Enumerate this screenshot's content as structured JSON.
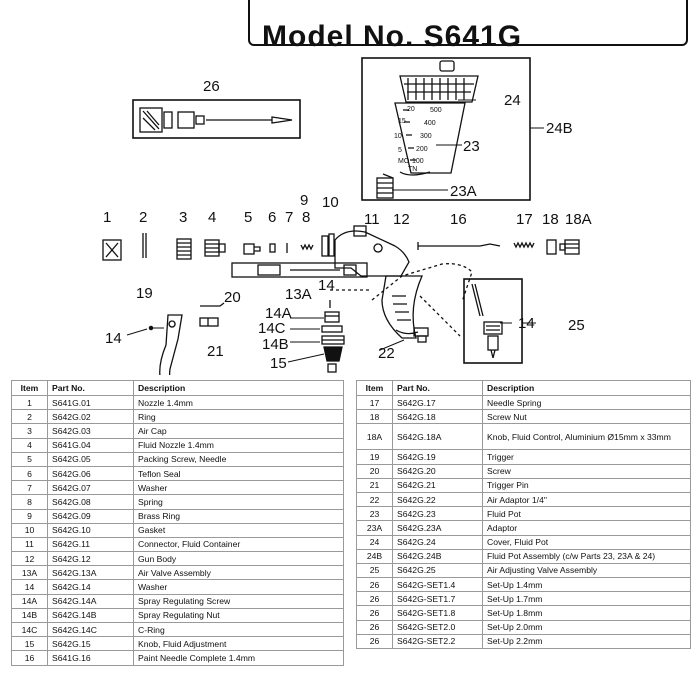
{
  "header": {
    "title": "Model No. S641G"
  },
  "diagram": {
    "labels": {
      "l1": "1",
      "l2": "2",
      "l3": "3",
      "l4": "4",
      "l5": "5",
      "l6": "6",
      "l7": "7",
      "l8": "8",
      "l9": "9",
      "l10": "10",
      "l11": "11",
      "l12": "12",
      "l13a": "13A",
      "l14_top": "14",
      "l14_left": "14",
      "l14_inset": "14",
      "l14a": "14A",
      "l14b": "14B",
      "l14c": "14C",
      "l15": "15",
      "l16": "16",
      "l17": "17",
      "l18": "18",
      "l18a": "18A",
      "l19": "19",
      "l20": "20",
      "l21": "21",
      "l22": "22",
      "l23": "23",
      "l23a": "23A",
      "l24": "24",
      "l24b": "24B",
      "l25": "25",
      "l26": "26"
    },
    "pot_scale": {
      "left": [
        "20",
        "15",
        "10",
        "5",
        "MO"
      ],
      "right": [
        "500",
        "400",
        "300",
        "200",
        "100",
        "TN"
      ]
    }
  },
  "table_headers": {
    "item": "Item",
    "part_no": "Part No.",
    "description": "Description"
  },
  "parts_left": [
    {
      "item": "1",
      "part_no": "S641G.01",
      "description": "Nozzle 1.4mm"
    },
    {
      "item": "2",
      "part_no": "S642G.02",
      "description": "Ring"
    },
    {
      "item": "3",
      "part_no": "S642G.03",
      "description": "Air Cap"
    },
    {
      "item": "4",
      "part_no": "S641G.04",
      "description": "Fluid Nozzle 1.4mm"
    },
    {
      "item": "5",
      "part_no": "S642G.05",
      "description": "Packing Screw, Needle"
    },
    {
      "item": "6",
      "part_no": "S642G.06",
      "description": "Teflon Seal"
    },
    {
      "item": "7",
      "part_no": "S642G.07",
      "description": "Washer"
    },
    {
      "item": "8",
      "part_no": "S642G.08",
      "description": "Spring"
    },
    {
      "item": "9",
      "part_no": "S642G.09",
      "description": "Brass Ring"
    },
    {
      "item": "10",
      "part_no": "S642G.10",
      "description": "Gasket"
    },
    {
      "item": "11",
      "part_no": "S642G.11",
      "description": "Connector, Fluid Container"
    },
    {
      "item": "12",
      "part_no": "S642G.12",
      "description": "Gun Body"
    },
    {
      "item": "13A",
      "part_no": "S642G.13A",
      "description": "Air Valve Assembly"
    },
    {
      "item": "14",
      "part_no": "S642G.14",
      "description": "Washer"
    },
    {
      "item": "14A",
      "part_no": "S642G.14A",
      "description": "Spray Regulating Screw"
    },
    {
      "item": "14B",
      "part_no": "S642G.14B",
      "description": "Spray Regulating Nut"
    },
    {
      "item": "14C",
      "part_no": "S642G.14C",
      "description": "C-Ring"
    },
    {
      "item": "15",
      "part_no": "S642G.15",
      "description": "Knob, Fluid Adjustment"
    },
    {
      "item": "16",
      "part_no": "S641G.16",
      "description": "Paint Needle Complete 1.4mm"
    }
  ],
  "parts_right": [
    {
      "item": "17",
      "part_no": "S642G.17",
      "description": "Needle Spring"
    },
    {
      "item": "18",
      "part_no": "S642G.18",
      "description": "Screw Nut"
    },
    {
      "item": "18A",
      "part_no": "S642G.18A",
      "description": "Knob, Fluid Control, Aluminium Ø15mm x 33mm"
    },
    {
      "item": "19",
      "part_no": "S642G.19",
      "description": "Trigger"
    },
    {
      "item": "20",
      "part_no": "S642G.20",
      "description": "Screw"
    },
    {
      "item": "21",
      "part_no": "S642G.21",
      "description": "Trigger Pin"
    },
    {
      "item": "22",
      "part_no": "S642G.22",
      "description": "Air Adaptor 1/4\""
    },
    {
      "item": "23",
      "part_no": "S642G.23",
      "description": "Fluid Pot"
    },
    {
      "item": "23A",
      "part_no": "S642G.23A",
      "description": "Adaptor"
    },
    {
      "item": "24",
      "part_no": "S642G.24",
      "description": "Cover, Fluid Pot"
    },
    {
      "item": "24B",
      "part_no": "S642G.24B",
      "description": "Fluid Pot Assembly (c/w Parts 23, 23A & 24)"
    },
    {
      "item": "25",
      "part_no": "S642G.25",
      "description": "Air Adjusting Valve Assembly"
    },
    {
      "item": "26",
      "part_no": "S642G-SET1.4",
      "description": "Set-Up 1.4mm"
    },
    {
      "item": "26",
      "part_no": "S642G-SET1.7",
      "description": "Set-Up 1.7mm"
    },
    {
      "item": "26",
      "part_no": "S642G-SET1.8",
      "description": "Set-Up 1.8mm"
    },
    {
      "item": "26",
      "part_no": "S642G-SET2.0",
      "description": "Set-Up 2.0mm"
    },
    {
      "item": "26",
      "part_no": "S642G-SET2.2",
      "description": "Set-Up 2.2mm"
    }
  ]
}
